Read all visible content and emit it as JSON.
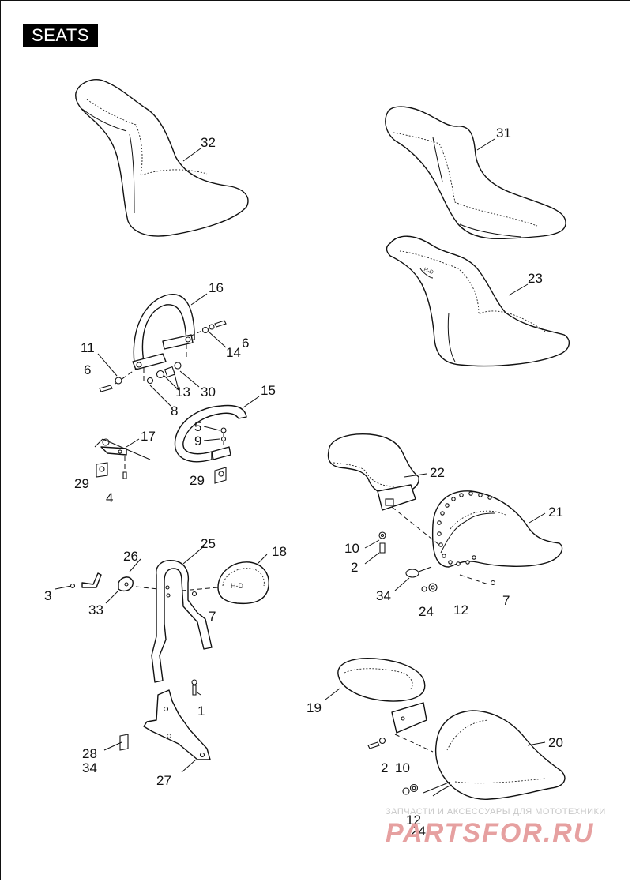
{
  "header": {
    "title": "SEATS"
  },
  "callouts": {
    "c32": "32",
    "c31": "31",
    "c23": "23",
    "c16": "16",
    "c11": "11",
    "c6a": "6",
    "c14": "14",
    "c6b": "6",
    "c13": "13",
    "c30": "30",
    "c8": "8",
    "c15": "15",
    "c17": "17",
    "c5": "5",
    "c9": "9",
    "c29a": "29",
    "c29b": "29",
    "c4": "4",
    "c22": "22",
    "c21": "21",
    "c10a": "10",
    "c2a": "2",
    "c34a": "34",
    "c24a": "24",
    "c12a": "12",
    "c7a": "7",
    "c26": "26",
    "c25": "25",
    "c18": "18",
    "c3": "3",
    "c33": "33",
    "c7b": "7",
    "c1": "1",
    "c28": "28",
    "c34b": "34",
    "c27": "27",
    "c19": "19",
    "c20": "20",
    "c2b": "2",
    "c10b": "10",
    "c12b": "12",
    "c24b": "24"
  },
  "watermark": {
    "tagline": "ЗАПЧАСТИ И АКСЕССУАРЫ ДЛЯ МОТОТЕХНИКИ",
    "logo": "PARTSFOR.RU"
  }
}
